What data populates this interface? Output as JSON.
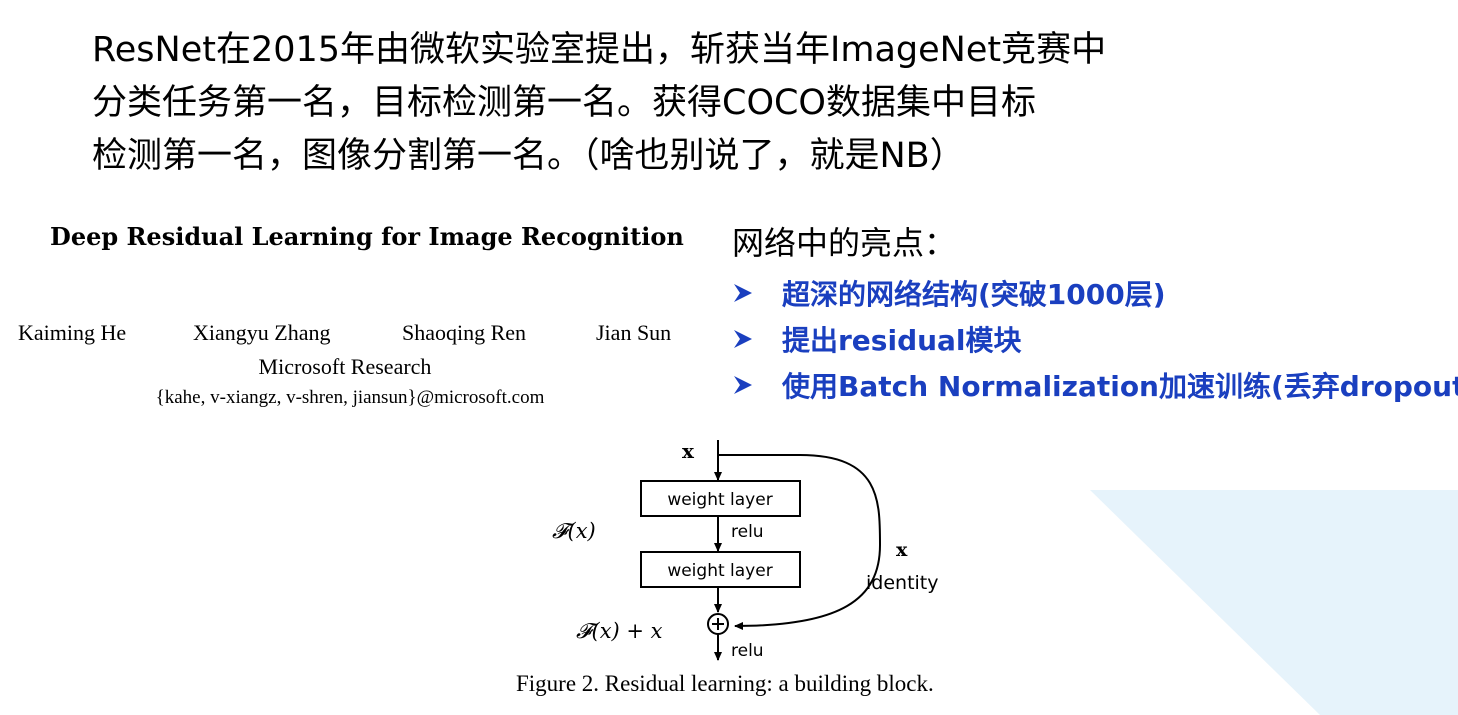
{
  "intro_lines": [
    "ResNet在2015年由微软实验室提出，斩获当年ImageNet竞赛中",
    "分类任务第一名，目标检测第一名。获得COCO数据集中目标",
    "检测第一名，图像分割第一名。（啥也别说了，就是NB）"
  ],
  "paper": {
    "title": "Deep Residual Learning for Image Recognition",
    "authors": [
      "Kaiming He",
      "Xiangyu Zhang",
      "Shaoqing Ren",
      "Jian Sun"
    ],
    "affiliation": "Microsoft Research",
    "emails": "{kahe, v-xiangz, v-shren, jiansun}@microsoft.com"
  },
  "highlights": {
    "title": "网络中的亮点：",
    "items": [
      "超深的网络结构(突破1000层)",
      "提出residual模块",
      "使用Batch Normalization加速训练(丢弃dropout)"
    ],
    "bullet_icon": "arrowhead-icon",
    "color": "#1a3fbf"
  },
  "figure": {
    "input_label": "x",
    "layer_labels": [
      "weight layer",
      "weight layer"
    ],
    "relu_label": "relu",
    "fx_label": "𝓕(x)",
    "sum_label": "𝓕(x) + x",
    "skip_label": "x",
    "identity_label": "identity",
    "caption": "Figure 2. Residual learning: a building block."
  },
  "decoration_color": "#e6f3fb"
}
